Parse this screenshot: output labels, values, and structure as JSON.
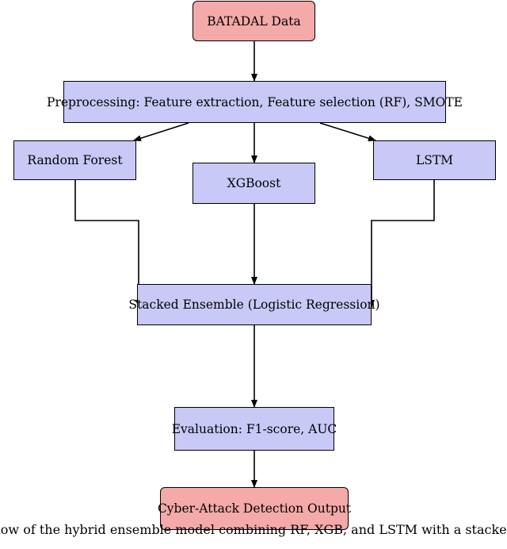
{
  "nodes": {
    "batadal": "BATADAL Data",
    "preprocessing": "Preprocessing: Feature extraction, Feature selection (RF), SMOTE",
    "random_forest": "Random Forest",
    "xgboost": "XGBoost",
    "lstm": "LSTM",
    "stacked": "Stacked Ensemble (Logistic Regression)",
    "evaluation": "Evaluation: F1-score, AUC",
    "output": "Cyber-Attack Detection Output"
  },
  "caption": "flow of the hybrid ensemble model combining RF, XGB, and LSTM with a stacked",
  "colors": {
    "process_fill": "#c9c9f7",
    "terminal_fill": "#f3aaa9",
    "stroke": "#000000"
  }
}
